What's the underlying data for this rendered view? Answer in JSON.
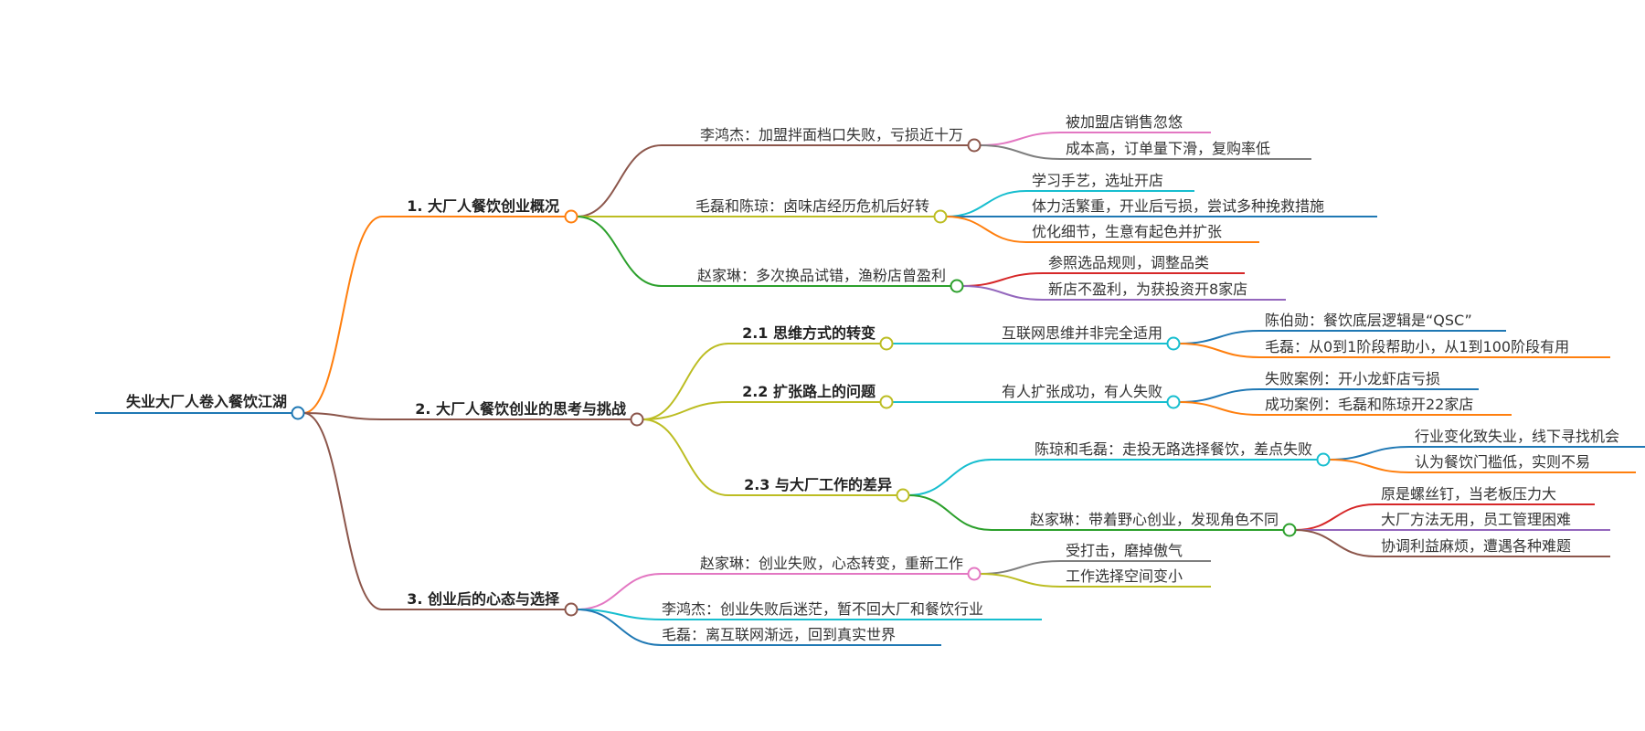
{
  "mindmap": {
    "root": {
      "label": "失业大厂人卷入餐饮江湖",
      "children": [
        {
          "label": "1. 大厂人餐饮创业概况",
          "children": [
            {
              "label": "李鸿杰：加盟拌面档口失败，亏损近十万",
              "children": [
                {
                  "label": "被加盟店销售忽悠"
                },
                {
                  "label": "成本高，订单量下滑，复购率低"
                }
              ]
            },
            {
              "label": "毛磊和陈琼：卤味店经历危机后好转",
              "children": [
                {
                  "label": "学习手艺，选址开店"
                },
                {
                  "label": "体力活繁重，开业后亏损，尝试多种挽救措施"
                },
                {
                  "label": "优化细节，生意有起色并扩张"
                }
              ]
            },
            {
              "label": "赵家琳：多次换品试错，渔粉店曾盈利",
              "children": [
                {
                  "label": "参照选品规则，调整品类"
                },
                {
                  "label": "新店不盈利，为获投资开8家店"
                }
              ]
            }
          ]
        },
        {
          "label": "2. 大厂人餐饮创业的思考与挑战",
          "children": [
            {
              "label": "2.1 思维方式的转变",
              "children": [
                {
                  "label": "互联网思维并非完全适用",
                  "children": [
                    {
                      "label": "陈伯勋：餐饮底层逻辑是“QSC”"
                    },
                    {
                      "label": "毛磊：从0到1阶段帮助小，从1到100阶段有用"
                    }
                  ]
                }
              ]
            },
            {
              "label": "2.2 扩张路上的问题",
              "children": [
                {
                  "label": "有人扩张成功，有人失败",
                  "children": [
                    {
                      "label": "失败案例：开小龙虾店亏损"
                    },
                    {
                      "label": "成功案例：毛磊和陈琼开22家店"
                    }
                  ]
                }
              ]
            },
            {
              "label": "2.3 与大厂工作的差异",
              "children": [
                {
                  "label": "陈琼和毛磊：走投无路选择餐饮，差点失败",
                  "children": [
                    {
                      "label": "行业变化致失业，线下寻找机会"
                    },
                    {
                      "label": "认为餐饮门槛低，实则不易"
                    }
                  ]
                },
                {
                  "label": "赵家琳：带着野心创业，发现角色不同",
                  "children": [
                    {
                      "label": "原是螺丝钉，当老板压力大"
                    },
                    {
                      "label": "大厂方法无用，员工管理困难"
                    },
                    {
                      "label": "协调利益麻烦，遭遇各种难题"
                    }
                  ]
                }
              ]
            }
          ]
        },
        {
          "label": "3. 创业后的心态与选择",
          "children": [
            {
              "label": "赵家琳：创业失败，心态转变，重新工作",
              "children": [
                {
                  "label": "受打击，磨掉傲气"
                },
                {
                  "label": "工作选择空间变小"
                }
              ]
            },
            {
              "label": "李鸿杰：创业失败后迷茫，暂不回大厂和餐饮行业"
            },
            {
              "label": "毛磊：离互联网渐远，回到真实世界"
            }
          ]
        }
      ]
    },
    "colors": {
      "blue": "#1f78b4",
      "orange": "#ff7f0e",
      "brown": "#8c564b",
      "green": "#2ca02c",
      "olive": "#bcbd22",
      "cyan": "#17becf",
      "pink": "#e377c2",
      "gray": "#7f7f7f",
      "red": "#d62728",
      "purple": "#9467bd"
    }
  }
}
